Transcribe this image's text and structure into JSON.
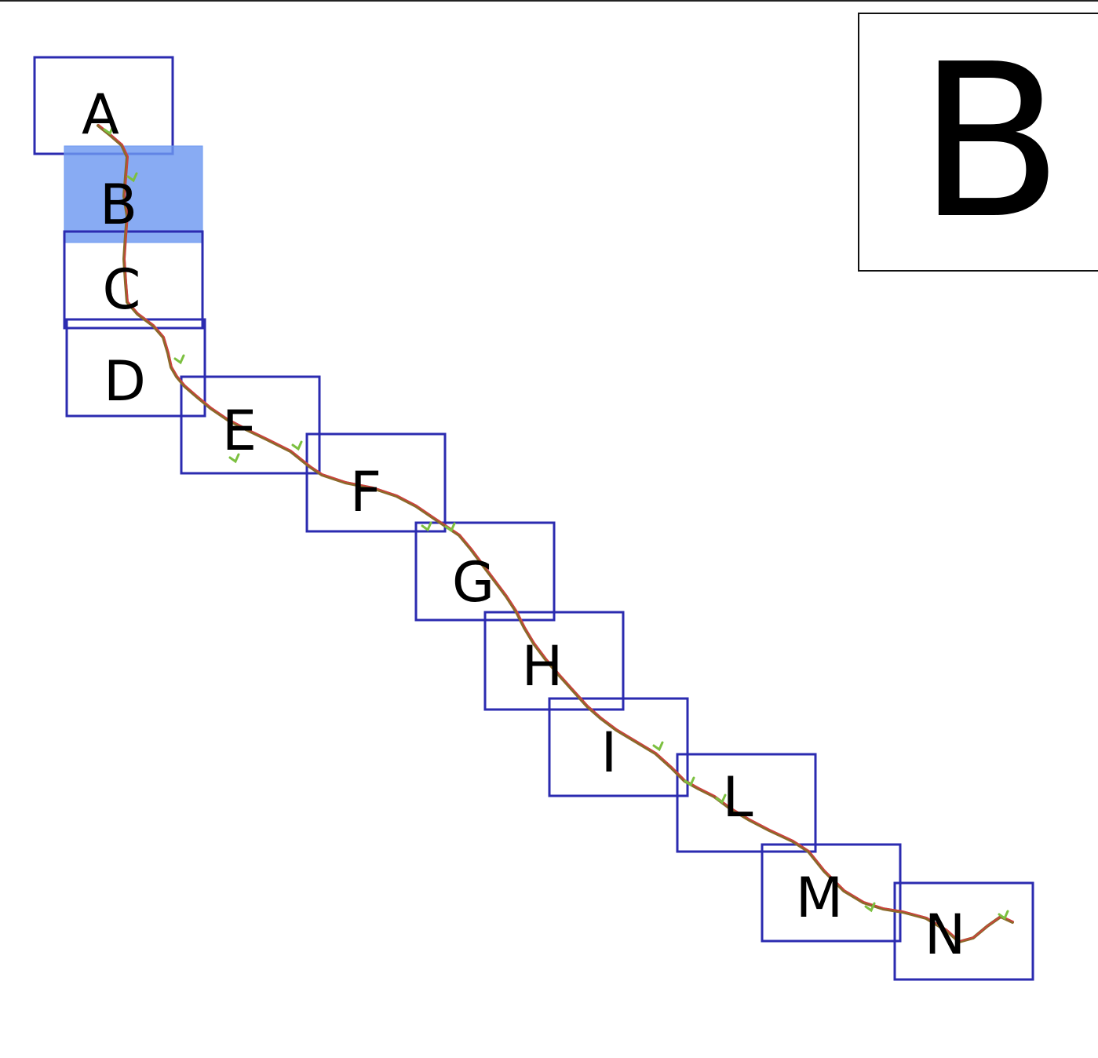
{
  "panel": {
    "label": "B"
  },
  "frames": [
    {
      "id": "A",
      "label": "A",
      "highlight": false
    },
    {
      "id": "B",
      "label": "B",
      "highlight": true
    },
    {
      "id": "C",
      "label": "C",
      "highlight": false
    },
    {
      "id": "D",
      "label": "D",
      "highlight": false
    },
    {
      "id": "E",
      "label": "E",
      "highlight": false
    },
    {
      "id": "F",
      "label": "F",
      "highlight": false
    },
    {
      "id": "G",
      "label": "G",
      "highlight": false
    },
    {
      "id": "H",
      "label": "H",
      "highlight": false
    },
    {
      "id": "I",
      "label": "I",
      "highlight": false
    },
    {
      "id": "L",
      "label": "L",
      "highlight": false
    },
    {
      "id": "M",
      "label": "M",
      "highlight": false
    },
    {
      "id": "N",
      "label": "N",
      "highlight": false
    }
  ],
  "colors": {
    "frame_border": "#2b2bb0",
    "highlight_fill": "#6e98f0",
    "track_main": "#8a6a2a",
    "track_accent": "#d04040",
    "track_green": "#7cc040"
  }
}
